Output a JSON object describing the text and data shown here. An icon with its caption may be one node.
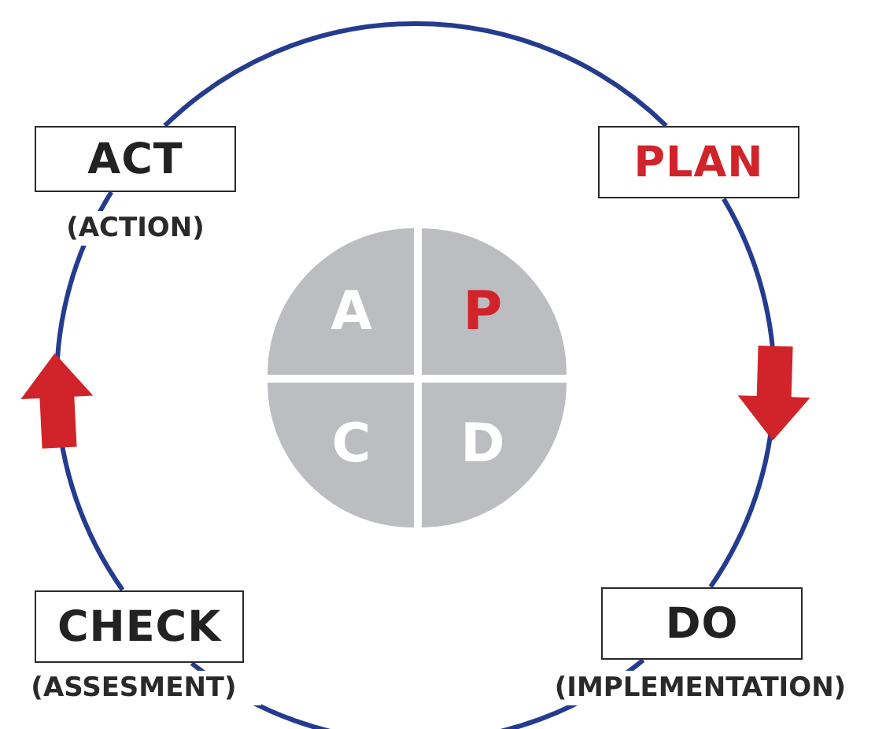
{
  "diagram": {
    "nodes": [
      {
        "text": [
          "ACT"
        ],
        "beside": [
          "(ACTION)"
        ]
      },
      {
        "text": [
          "PLAN"
        ]
      },
      {
        "text": [
          "A"
        ]
      },
      {
        "text": [
          "P"
        ]
      },
      {
        "text": [
          "C"
        ]
      },
      {
        "text": [
          "D"
        ]
      },
      {
        "text": [
          "CHECK"
        ],
        "beside": [
          "(ASSESMENT)"
        ]
      },
      {
        "text": [
          "DO"
        ],
        "beside": [
          "(IMPLEMENTATION)"
        ]
      }
    ],
    "edges": [
      {
        "from": 0,
        "to": 1,
        "arrow": "none"
      },
      {
        "from": 1,
        "to": 7,
        "arrow": "none"
      },
      {
        "from": 7,
        "to": 6,
        "arrow": "none"
      },
      {
        "from": 6,
        "to": 0,
        "arrow": "none"
      }
    ]
  }
}
